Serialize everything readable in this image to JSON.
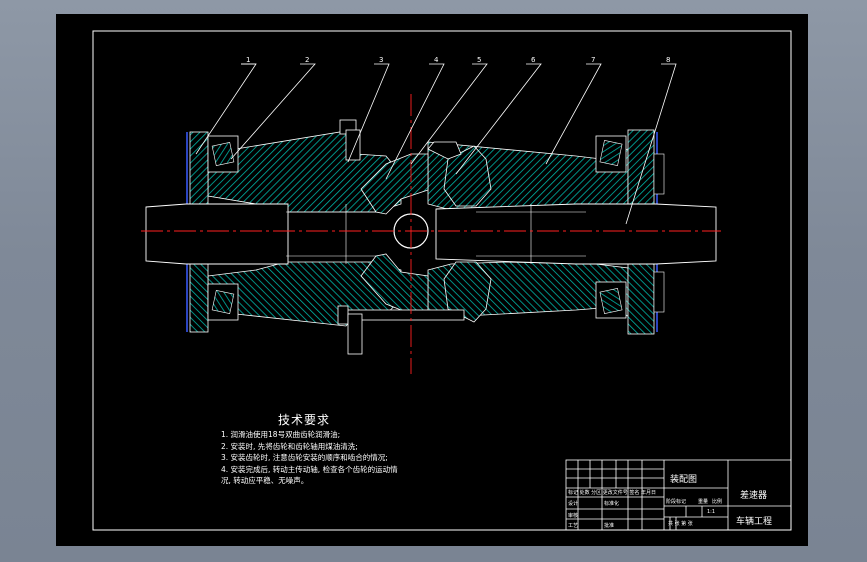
{
  "drawing": {
    "part_numbers": [
      "1",
      "2",
      "3",
      "4",
      "5",
      "6",
      "7",
      "8"
    ],
    "technical_requirements": {
      "title": "技术要求",
      "items": [
        "1. 润滑油使用18号双曲齿轮润滑油;",
        "2. 安装时, 先将齿轮和齿轮轴用煤油清洗;",
        "3. 安装齿轮时, 注意齿轮安装的顺序和啮合的情况;",
        "4. 安装完成后, 转动主传动轴, 检查各个齿轮的运动情",
        "况, 转动应平稳、无噪声。"
      ]
    },
    "title_block": {
      "drawing_type": "装配图",
      "part_name": "差速器",
      "organization": "车辆工程",
      "stage_label": "阶段标记",
      "weight_label": "重量",
      "scale_label": "比例",
      "scale_value": "1:1",
      "sheet_info": "共 张  第 张",
      "designer_label": "设计",
      "standardization_label": "标准化",
      "review_label": "审核",
      "process_label": "工艺",
      "approval_label": "批准",
      "revision_header": "标记 处数 分区 更改文件号 签名 年月日"
    },
    "colors": {
      "outline": "#ffffff",
      "hatch": "#00b3a6",
      "centerline": "#ff2020",
      "blue_edge": "#3a5cff",
      "leader": "#ffffff"
    }
  }
}
